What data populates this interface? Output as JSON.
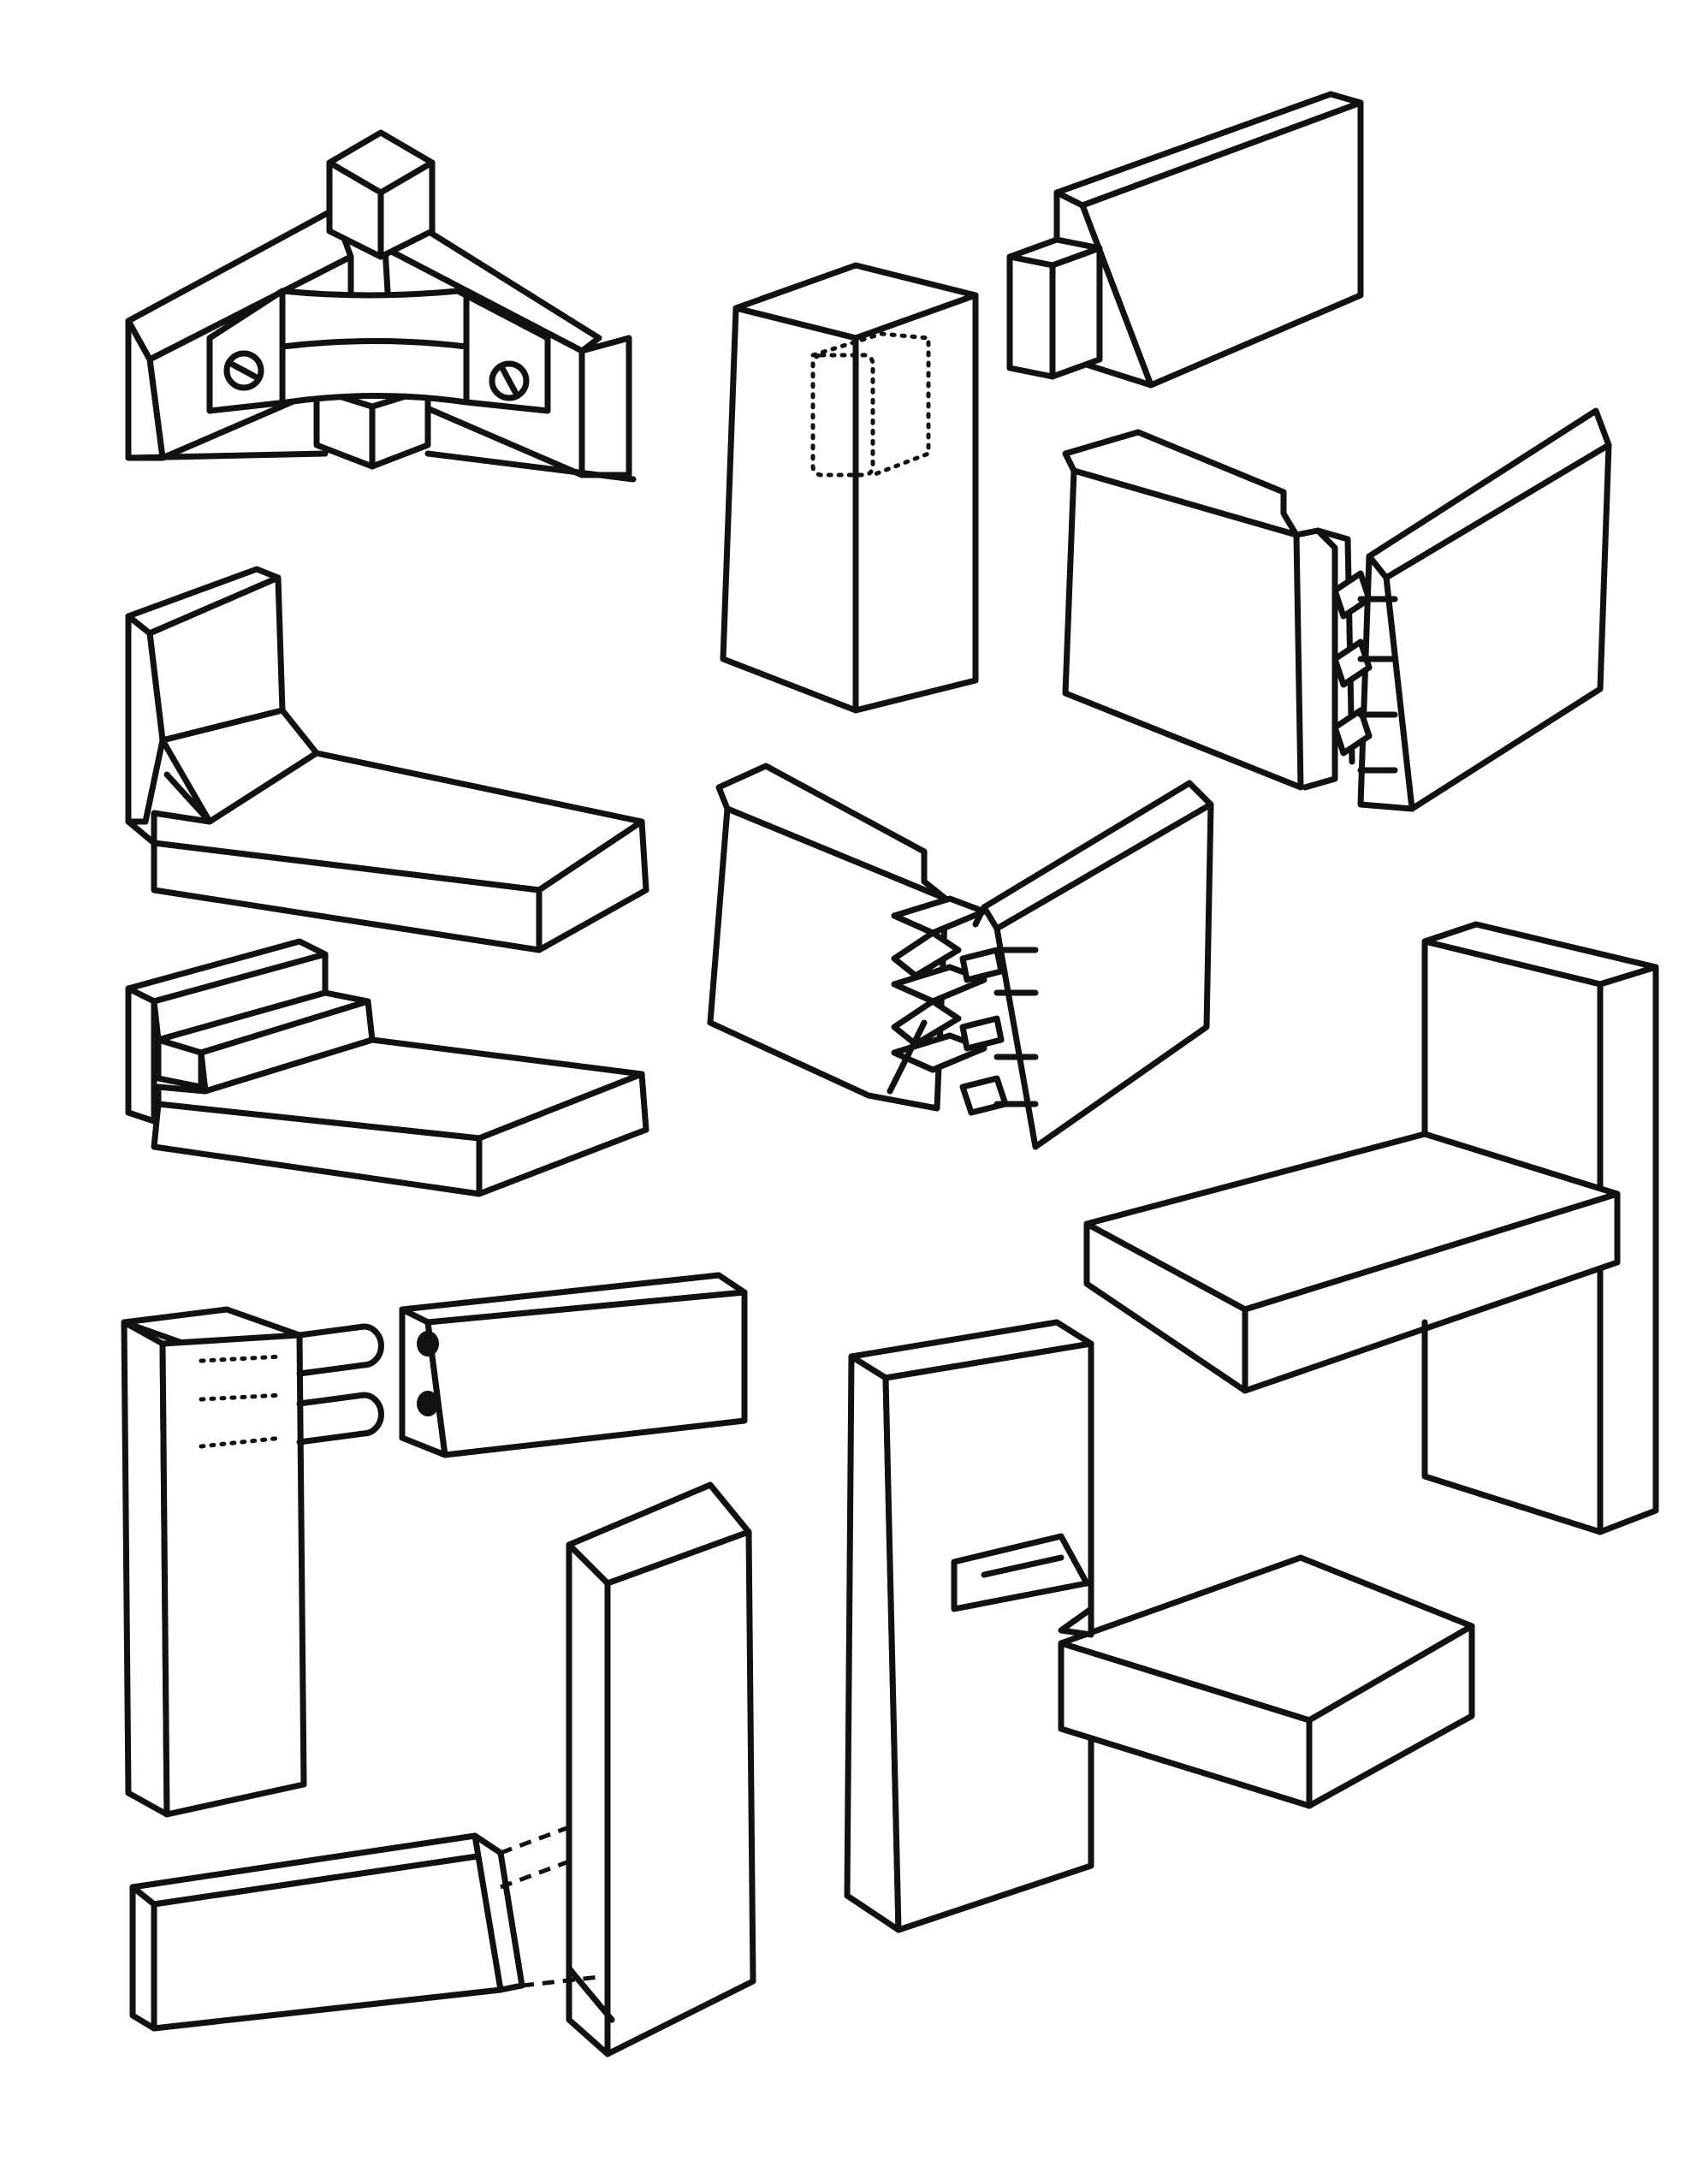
{
  "figure": {
    "background": "#ffffff",
    "line_color": "#111111",
    "joints": [
      "corner-block-joint",
      "mortise-and-tenon-joint",
      "rebate-joint",
      "stepped-rebate-joint",
      "dovetail-joint-open",
      "dovetail-joint-assembled",
      "dowel-joint",
      "housing-joint",
      "stopped-housing-joint",
      "bridle-joint"
    ]
  }
}
